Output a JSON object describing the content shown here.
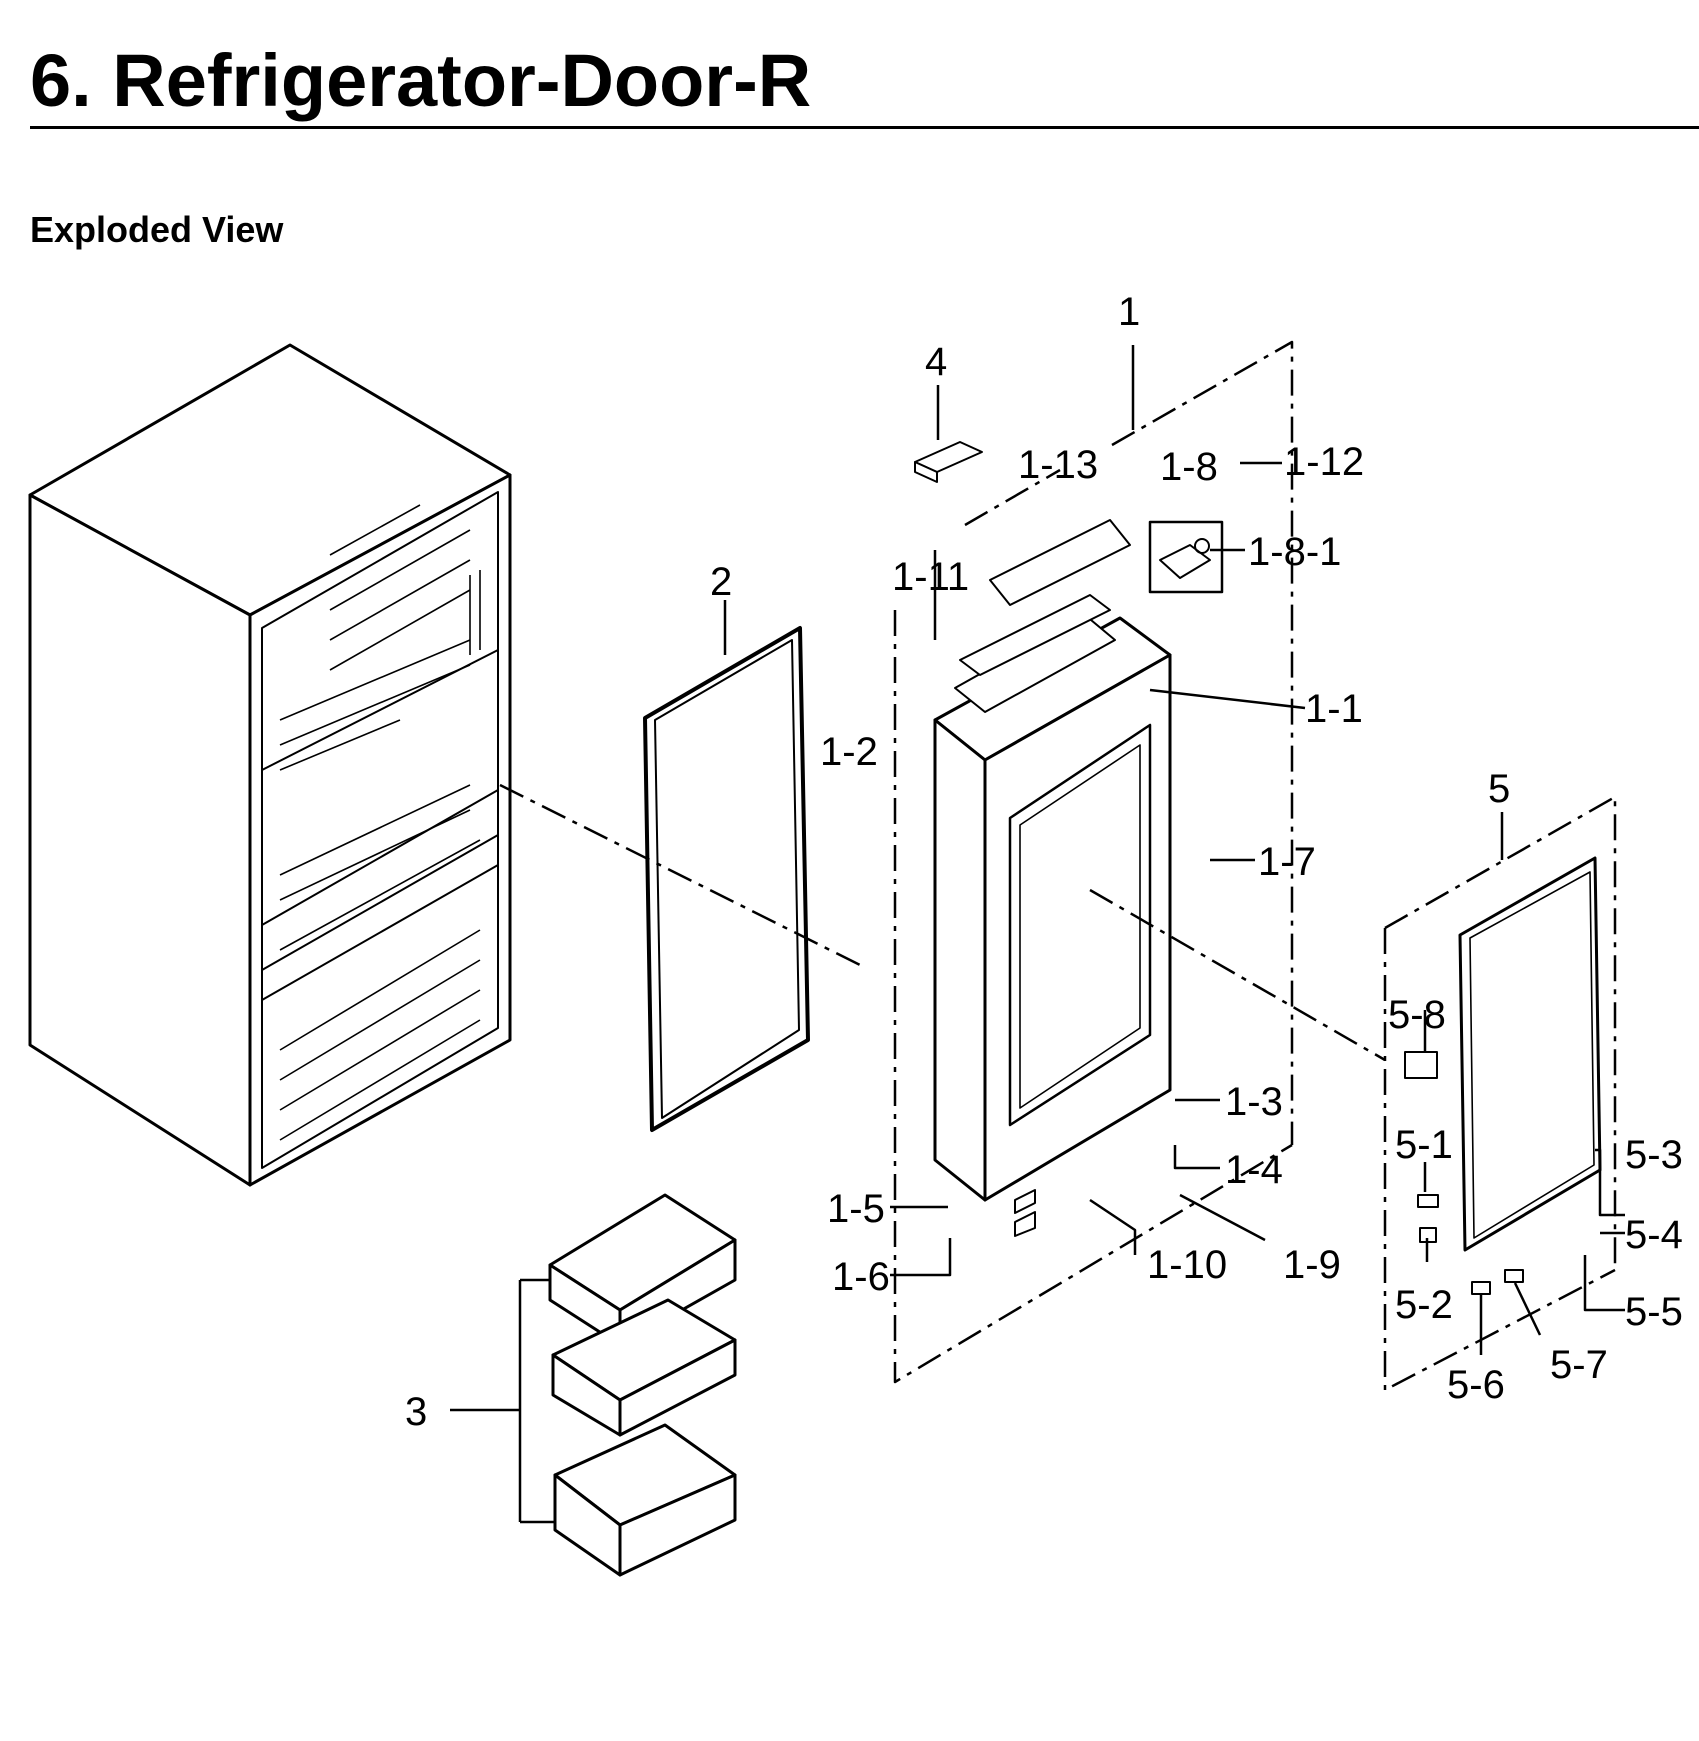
{
  "header": {
    "title": "6.  Refrigerator-Door-R",
    "subtitle": "Exploded View"
  },
  "callouts": [
    "1",
    "1-1",
    "1-2",
    "1-3",
    "1-4",
    "1-5",
    "1-6",
    "1-7",
    "1-8",
    "1-8-1",
    "1-9",
    "1-10",
    "1-11",
    "1-12",
    "1-13",
    "2",
    "3",
    "4",
    "5",
    "5-1",
    "5-2",
    "5-3",
    "5-4",
    "5-5",
    "5-6",
    "5-7",
    "5-8"
  ]
}
